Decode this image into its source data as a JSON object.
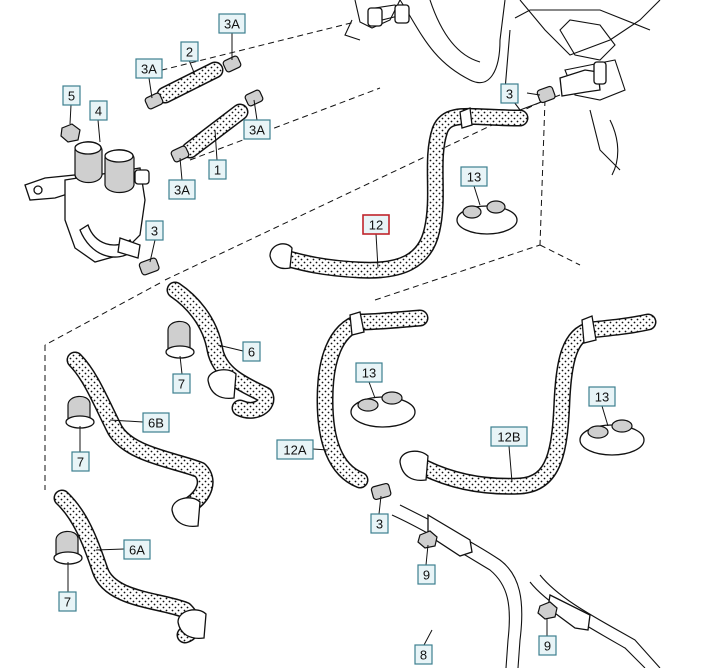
{
  "diagram": {
    "labels": {
      "p3a_top": "3A",
      "p2": "2",
      "p3a_left": "3A",
      "p5": "5",
      "p4": "4",
      "p3a_right": "3A",
      "p3a_bottom": "3A",
      "p1": "1",
      "p3_right": "3",
      "p13_top": "13",
      "p12": "12",
      "p3_mid": "3",
      "p6": "6",
      "p7_a": "7",
      "p6b": "6B",
      "p7_b": "7",
      "p13_mid": "13",
      "p13_right": "13",
      "p12a": "12A",
      "p12b": "12B",
      "p3_low": "3",
      "p6a": "6A",
      "p9_a": "9",
      "p7_c": "7",
      "p9_b": "9",
      "p8": "8"
    },
    "highlight_color": "#c0242b",
    "label_border_color": "#3d7f8f"
  }
}
